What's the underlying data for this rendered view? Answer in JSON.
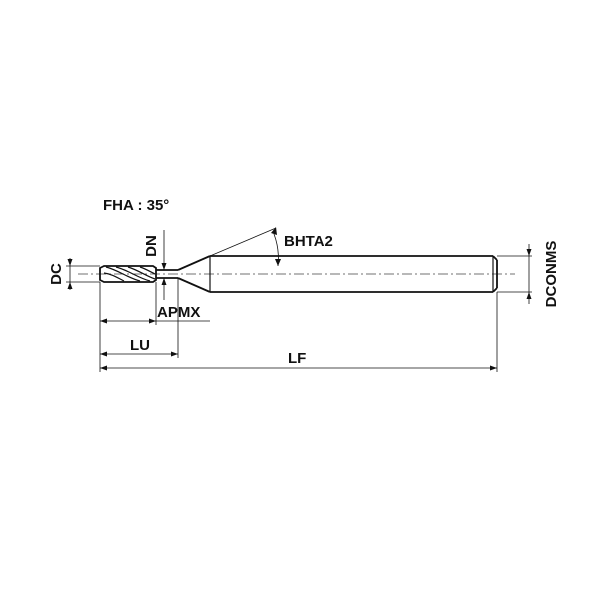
{
  "drawing": {
    "fha_label": "FHA : 35°",
    "labels": {
      "dc": "DC",
      "dn": "DN",
      "bhta2": "BHTA2",
      "dconms": "DCONMS",
      "apmx": "APMX",
      "lu": "LU",
      "lf": "LF"
    }
  }
}
